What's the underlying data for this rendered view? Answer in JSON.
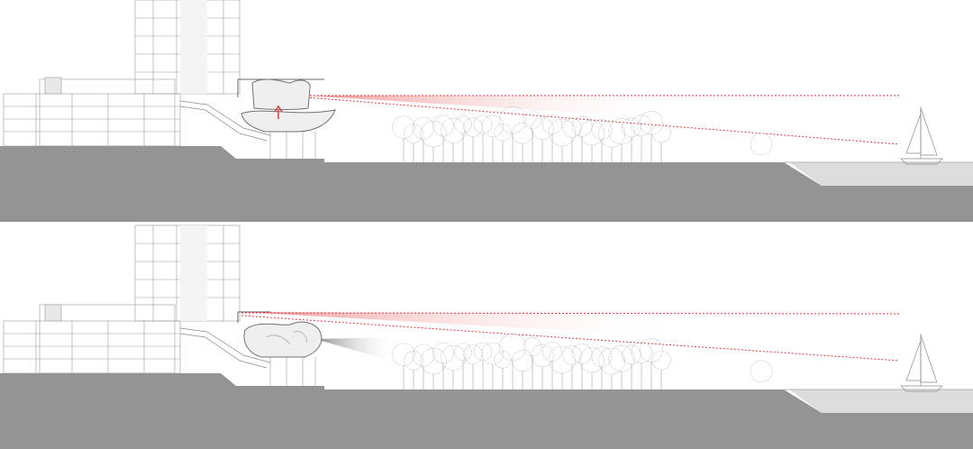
{
  "colors": {
    "background": "#ffffff",
    "ground": "#949494",
    "water": "#dcdcdc",
    "linework": "#8a8a8a",
    "sightline": "#e03a3a",
    "view_fill": "#f2a8a8",
    "pavilion_fill": "#efefef"
  },
  "sections": [
    {
      "id": "top",
      "variant": "pavilion-raised-with-arrow"
    },
    {
      "id": "bottom",
      "variant": "pavilion-lowered-with-shadow"
    }
  ]
}
